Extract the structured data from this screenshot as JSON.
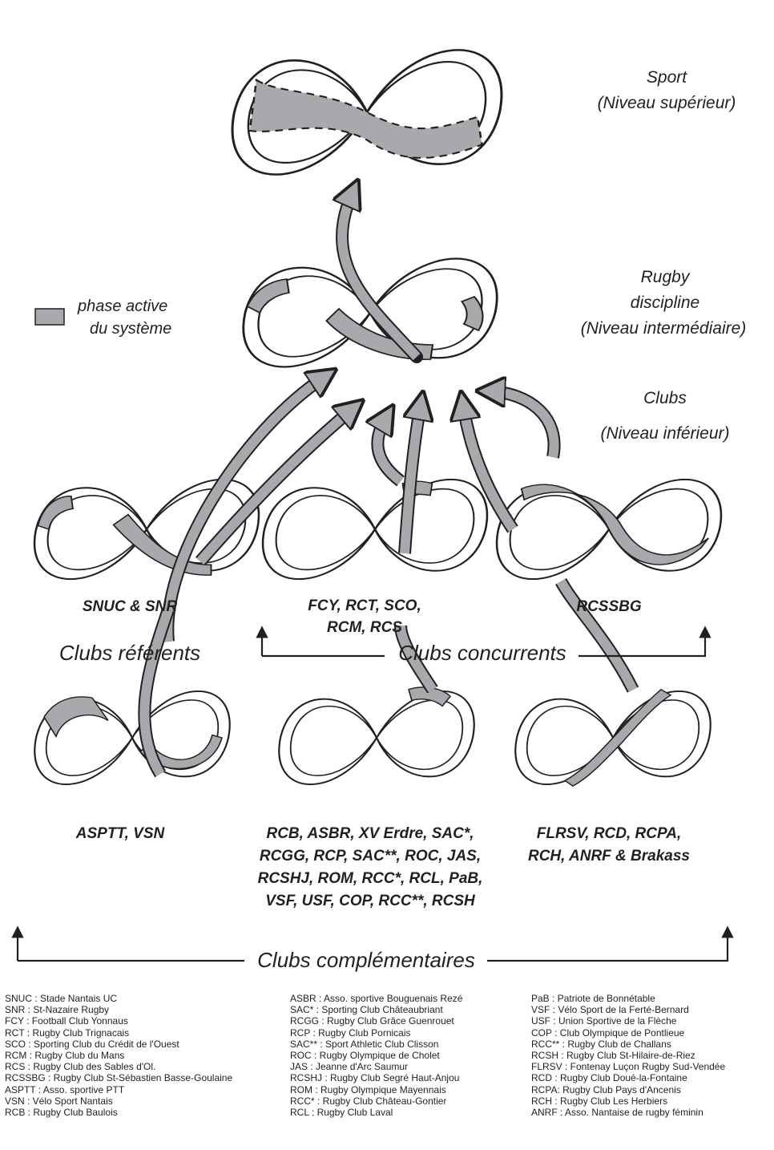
{
  "levels": {
    "sport": [
      "Sport",
      "(Niveau supérieur)"
    ],
    "rugby": [
      "Rugby",
      "discipline",
      "(Niveau intermédiaire)"
    ],
    "clubs": [
      "Clubs",
      "(Niveau inférieur)"
    ]
  },
  "legend": {
    "label_line1": "phase active",
    "label_line2": "du système",
    "fill_color": "#a7a9ac"
  },
  "groups": {
    "g1": [
      "SNUC & SNR"
    ],
    "g2": [
      "FCY, RCT, SCO,",
      "RCM, RCS"
    ],
    "g3": [
      "RCSSBG"
    ],
    "g4": [
      "ASPTT, VSN"
    ],
    "g5": [
      "RCB, ASBR, XV Erdre, SAC*,",
      "RCGG, RCP, SAC**, ROC, JAS,",
      "RCSHJ, ROM, RCC*, RCL, PaB,",
      "VSF, USF, COP, RCC**, RCSH"
    ],
    "g6": [
      "FLRSV, RCD, RCPA,",
      "RCH, ANRF & Brakass"
    ]
  },
  "sections": {
    "referents": "Clubs référents",
    "concurrents": "Clubs concurrents",
    "complementaires": "Clubs complémentaires"
  },
  "glossary": {
    "col1": [
      "SNUC : Stade Nantais UC",
      "SNR : St-Nazaire Rugby",
      "FCY : Football Club Yonnaus",
      "RCT : Rugby Club Trignacais",
      "SCO : Sporting Club du Crédit de l'Ouest",
      "RCM : Rugby Club du Mans",
      "RCS : Rugby Club des Sables d'Ol.",
      "RCSSBG : Rugby Club St-Sébastien Basse-Goulaine",
      "ASPTT : Asso. sportive PTT",
      "VSN : Vélo Sport Nantais",
      "RCB : Rugby Club Baulois"
    ],
    "col2": [
      "ASBR : Asso. sportive Bouguenais Rezé",
      "SAC* : Sporting Club Châteaubriant",
      "RCGG : Rugby Club Grâce Guenrouet",
      "RCP : Rugby Club Pornicais",
      "SAC** : Sport Athletic Club Clisson",
      "ROC : Rugby Olympique de Cholet",
      "JAS : Jeanne d'Arc Saumur",
      "RCSHJ : Rugby Club Segré Haut-Anjou",
      "ROM : Rugby Olympique Mayennais",
      "RCC* : Rugby Club Château-Gontier",
      "RCL : Rugby Club Laval"
    ],
    "col3": [
      "PaB : Patriote de Bonnétable",
      "VSF : Vélo Sport de la Ferté-Bernard",
      "USF : Union Sportive de la Flèche",
      "COP : Club Olympique de Pontlieue",
      "RCC** : Rugby Club de Challans",
      "RCSH : Rugby Club St-Hilaire-de-Riez",
      "FLRSV : Fontenay Luçon Rugby Sud-Vendée",
      "RCD : Rugby Club Doué-la-Fontaine",
      "RCPA: Rugby Club Pays d'Ancenis",
      "RCH : Rugby Club Les Herbiers",
      "ANRF : Asso. Nantaise de rugby féminin"
    ]
  },
  "colors": {
    "active": "#a7a9ac",
    "stroke": "#231f20"
  }
}
